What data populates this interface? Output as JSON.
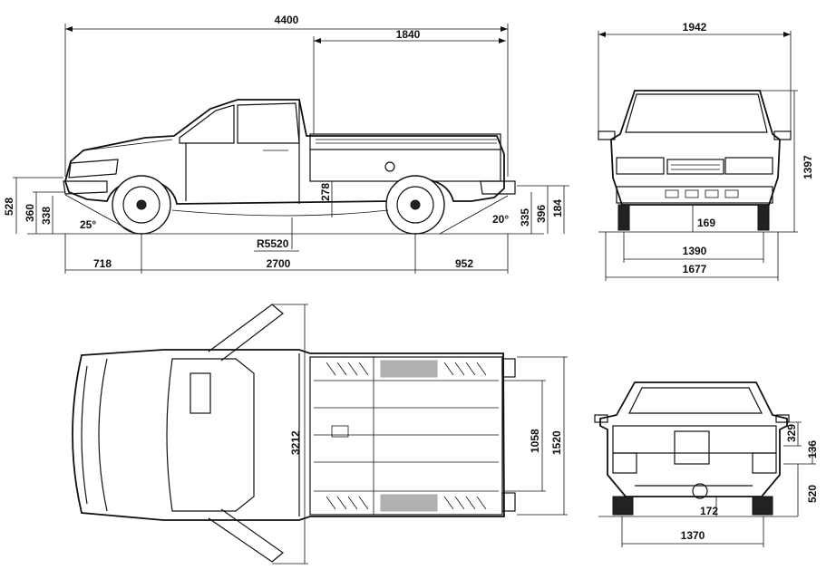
{
  "dimensions": {
    "side": {
      "overall_length": "4400",
      "bed_length": "1840",
      "height_528": "528",
      "height_360": "360",
      "height_338": "338",
      "approach_angle": "25°",
      "turning_radius": "R5520",
      "bed_floor": "278",
      "departure_angle": "20°",
      "rear_335": "335",
      "rear_396": "396",
      "rear_184": "184",
      "front_overhang": "718",
      "wheelbase": "2700",
      "rear_overhang": "952"
    },
    "front": {
      "overall_width_mirrors": "1942",
      "overall_height": "1397",
      "ground_clearance": "169",
      "track_front": "1390",
      "body_width": "1677"
    },
    "top": {
      "door_open_width": "3212",
      "bed_inner_width": "1058",
      "bed_outer_width": "1520"
    },
    "rear": {
      "tailgate_329": "329",
      "tailgate_136": "136",
      "rear_520": "520",
      "clearance_172": "172",
      "track_rear": "1370"
    }
  }
}
